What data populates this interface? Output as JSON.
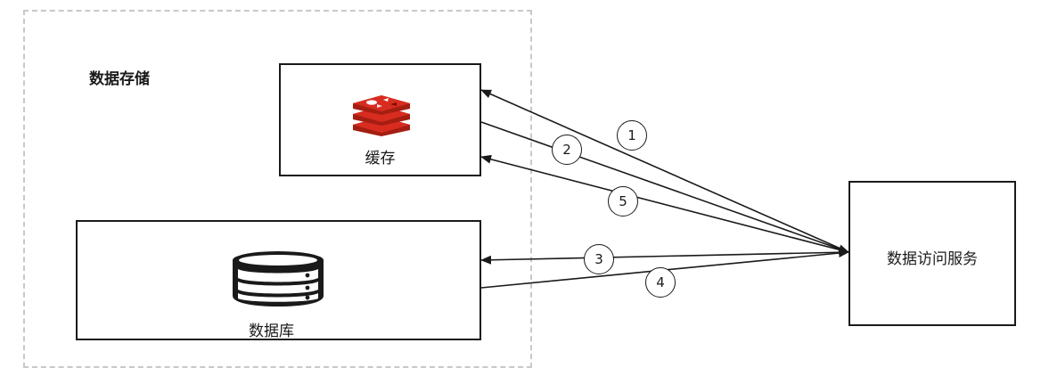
{
  "storage_group": {
    "title": "数据存储"
  },
  "nodes": {
    "cache": {
      "label": "缓存",
      "icon": "redis-icon",
      "icon_color": "#c6302b"
    },
    "database": {
      "label": "数据库",
      "icon": "database-icon"
    },
    "service": {
      "label": "数据访问服务"
    }
  },
  "steps": [
    {
      "number": "1",
      "from": "service",
      "to": "cache"
    },
    {
      "number": "2",
      "from": "cache",
      "to": "service"
    },
    {
      "number": "3",
      "from": "service",
      "to": "database"
    },
    {
      "number": "4",
      "from": "database",
      "to": "service"
    },
    {
      "number": "5",
      "from": "service",
      "to": "cache"
    }
  ]
}
